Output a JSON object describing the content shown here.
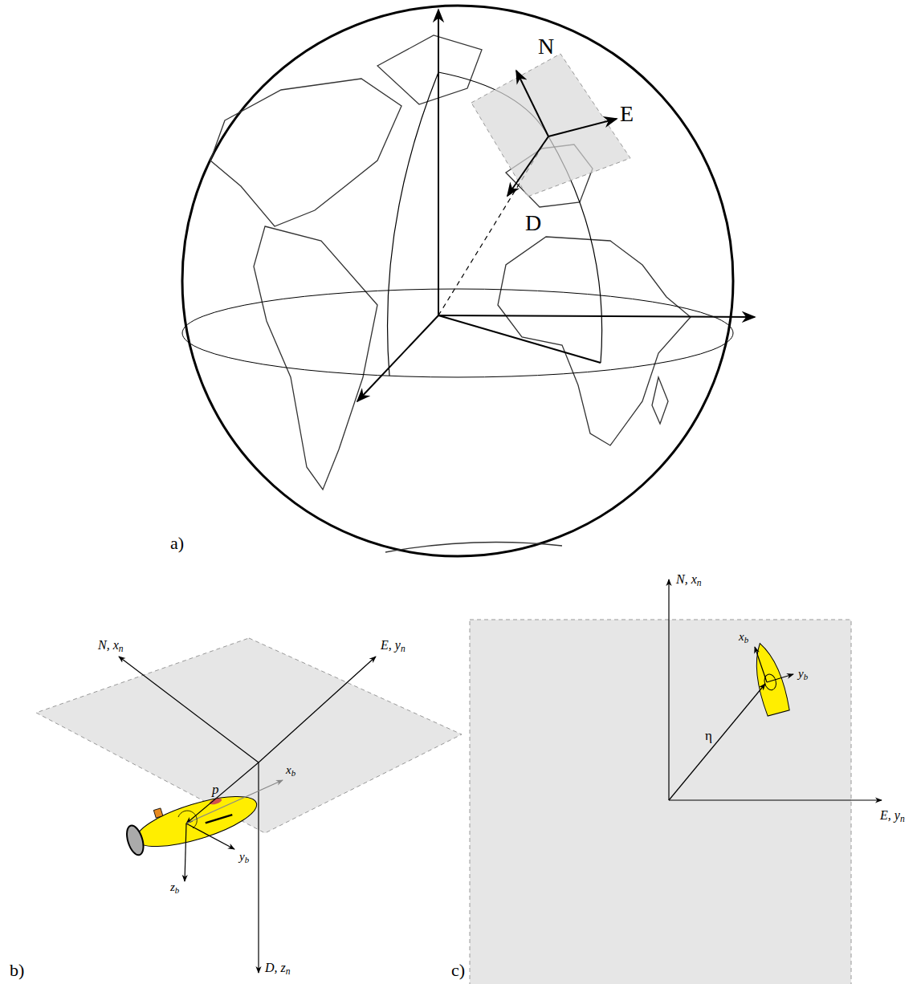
{
  "diagram": {
    "labels": [
      "N",
      "E",
      "D",
      "a)",
      "N, xn",
      "E, yn",
      "p",
      "xb",
      "yb",
      "zb",
      "b)",
      "D, zn",
      "N, xn",
      "xb",
      "yb",
      "η",
      "E, yn",
      "c)"
    ]
  }
}
